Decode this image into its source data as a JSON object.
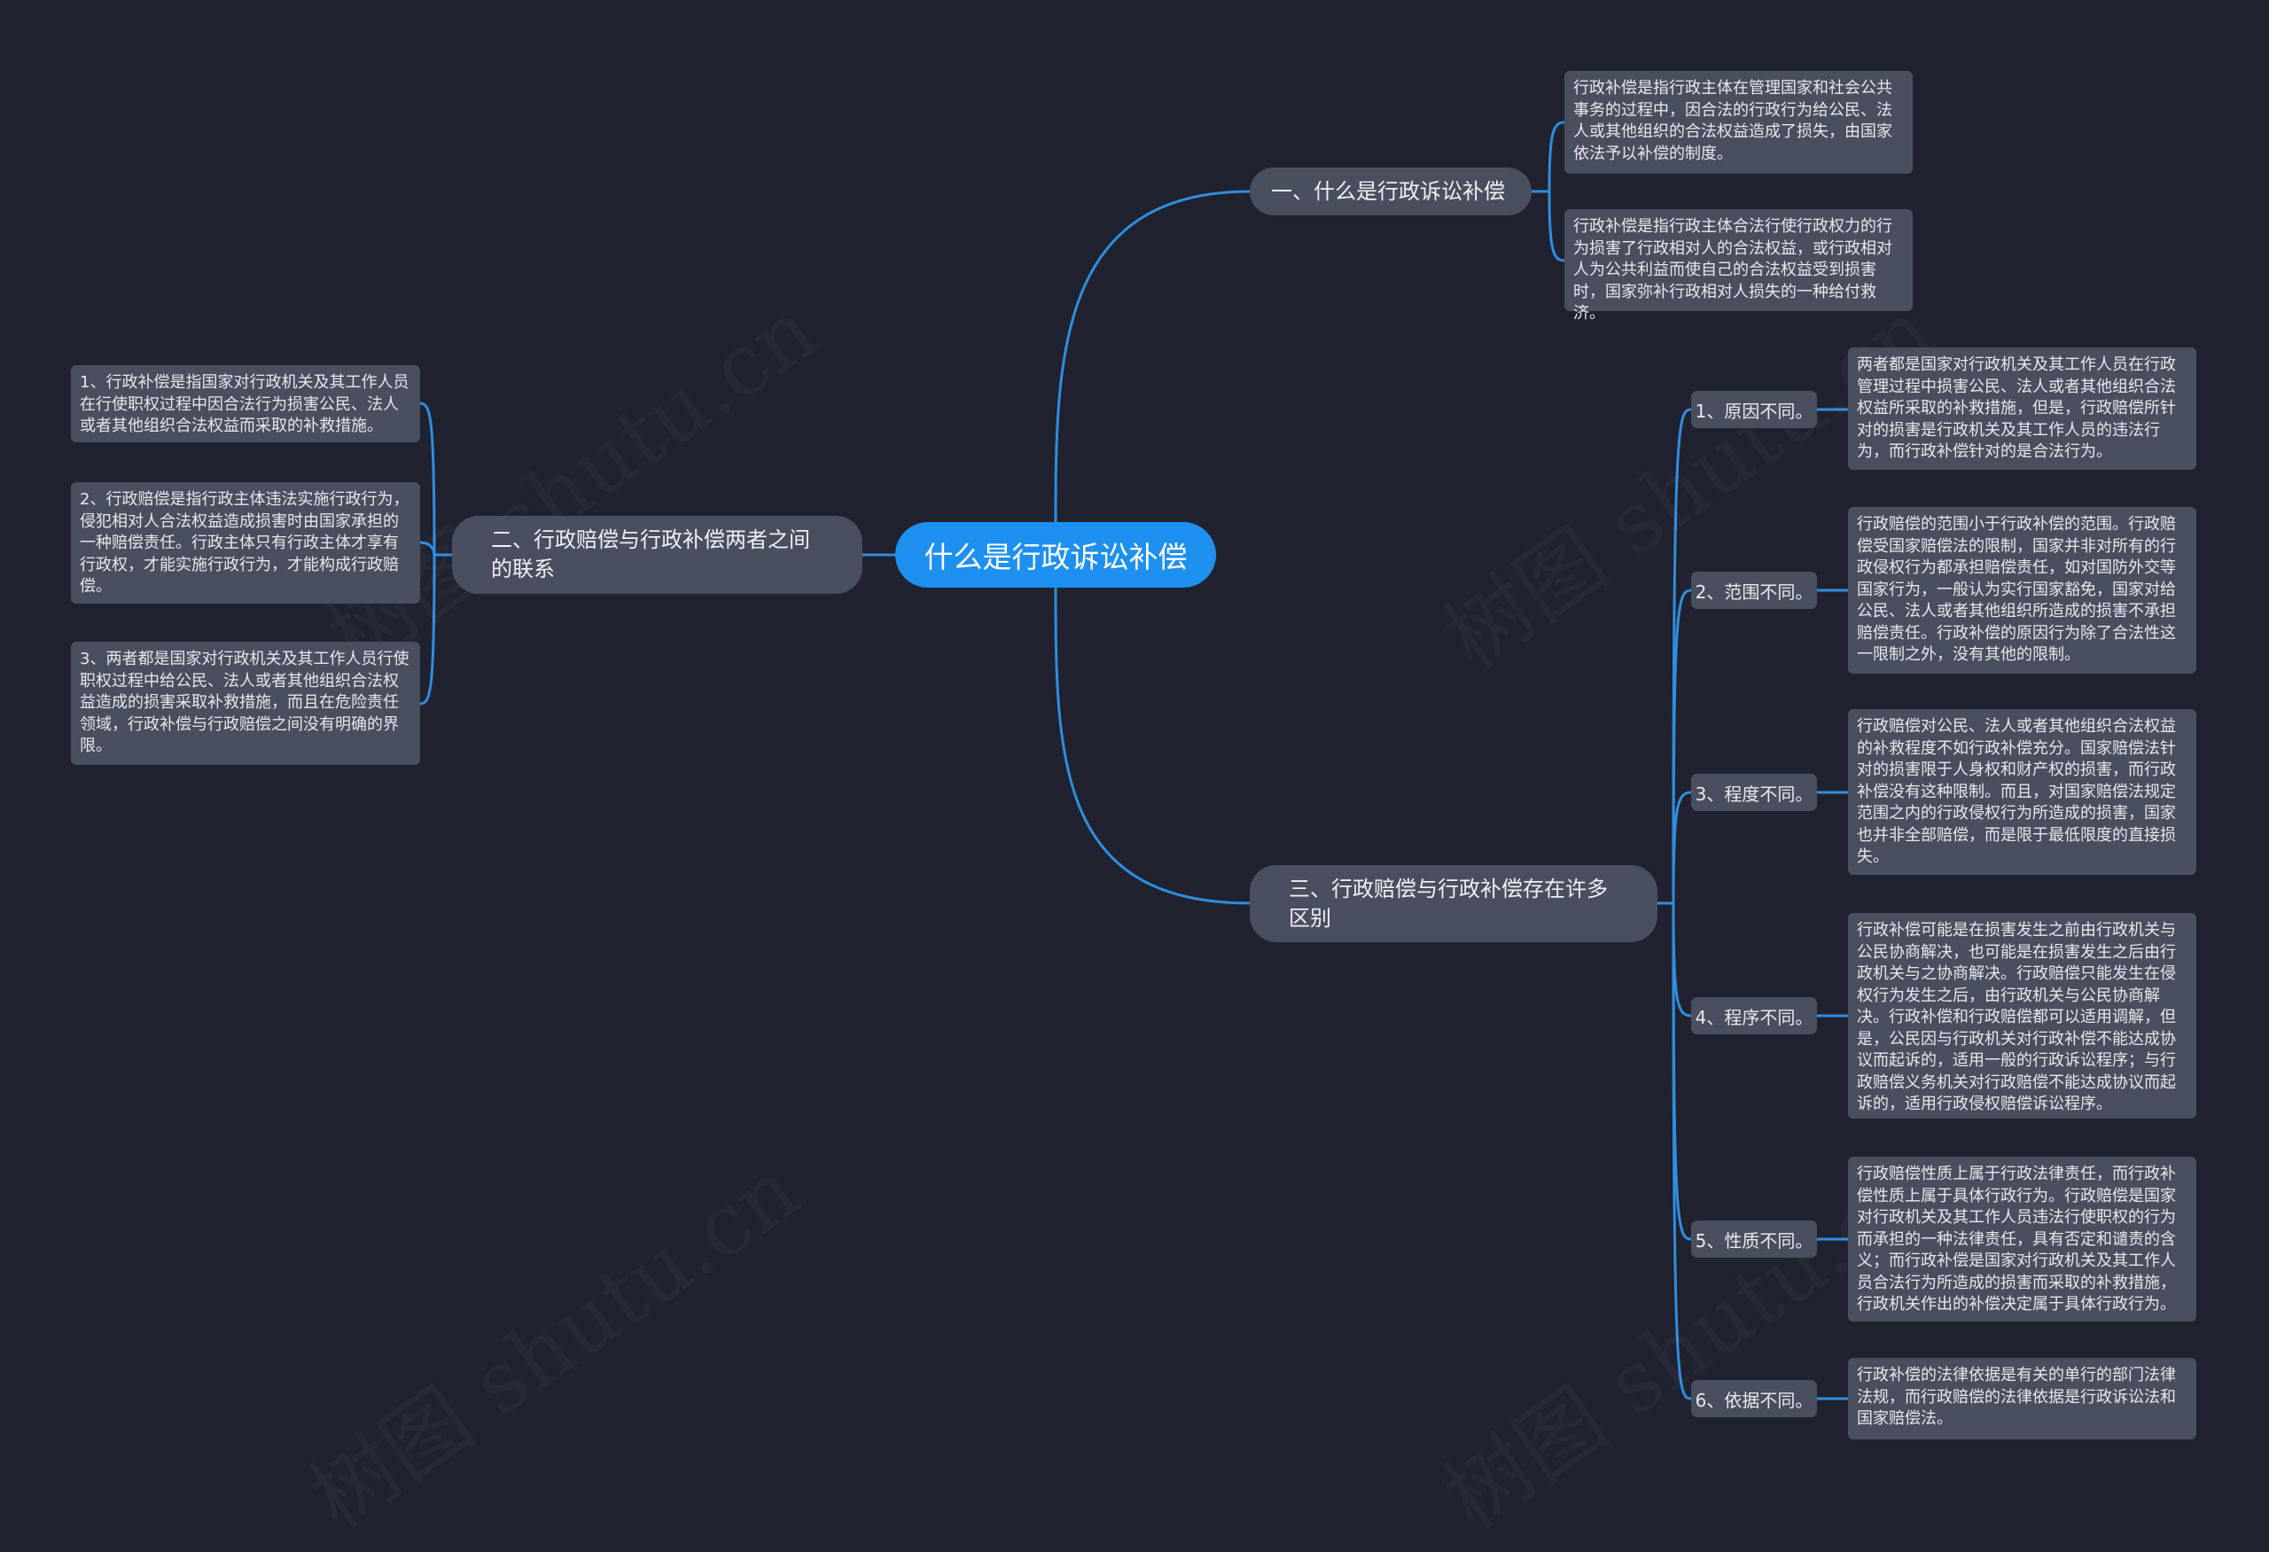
{
  "mindmap": {
    "root": "什么是行政诉讼补偿",
    "branch1": {
      "title": "一、什么是行政诉讼补偿",
      "leaves": [
        "行政补偿是指行政主体在管理国家和社会公共事务的过程中，因合法的行政行为给公民、法人或其他组织的合法权益造成了损失，由国家依法予以补偿的制度。",
        "行政补偿是指行政主体合法行使行政权力的行为损害了行政相对人的合法权益，或行政相对人为公共利益而使自己的合法权益受到损害时，国家弥补行政相对人损失的一种给付救济。"
      ]
    },
    "branch2": {
      "title": "二、行政赔偿与行政补偿两者之间的联系",
      "leaves": [
        "1、行政补偿是指国家对行政机关及其工作人员在行使职权过程中因合法行为损害公民、法人或者其他组织合法权益而采取的补救措施。",
        "2、行政赔偿是指行政主体违法实施行政行为，侵犯相对人合法权益造成损害时由国家承担的一种赔偿责任。行政主体只有行政主体才享有行政权，才能实施行政行为，才能构成行政赔偿。",
        "3、两者都是国家对行政机关及其工作人员行使职权过程中给公民、法人或者其他组织合法权益造成的损害采取补救措施，而且在危险责任领域，行政补偿与行政赔偿之间没有明确的界限。"
      ]
    },
    "branch3": {
      "title": "三、行政赔偿与行政补偿存在许多区别",
      "subs": [
        {
          "label": "1、原因不同。",
          "text": "两者都是国家对行政机关及其工作人员在行政管理过程中损害公民、法人或者其他组织合法权益所采取的补救措施，但是，行政赔偿所针对的损害是行政机关及其工作人员的违法行为，而行政补偿针对的是合法行为。"
        },
        {
          "label": "2、范围不同。",
          "text": "行政赔偿的范围小于行政补偿的范围。行政赔偿受国家赔偿法的限制，国家并非对所有的行政侵权行为都承担赔偿责任，如对国防外交等国家行为，一般认为实行国家豁免，国家对给公民、法人或者其他组织所造成的损害不承担赔偿责任。行政补偿的原因行为除了合法性这一限制之外，没有其他的限制。"
        },
        {
          "label": "3、程度不同。",
          "text": "行政赔偿对公民、法人或者其他组织合法权益的补救程度不如行政补偿充分。国家赔偿法针对的损害限于人身权和财产权的损害，而行政补偿没有这种限制。而且，对国家赔偿法规定范围之内的行政侵权行为所造成的损害，国家也并非全部赔偿，而是限于最低限度的直接损失。"
        },
        {
          "label": "4、程序不同。",
          "text": "行政补偿可能是在损害发生之前由行政机关与公民协商解决，也可能是在损害发生之后由行政机关与之协商解决。行政赔偿只能发生在侵权行为发生之后，由行政机关与公民协商解决。行政补偿和行政赔偿都可以适用调解，但是，公民因与行政机关对行政补偿不能达成协议而起诉的，适用一般的行政诉讼程序；与行政赔偿义务机关对行政赔偿不能达成协议而起诉的，适用行政侵权赔偿诉讼程序。"
        },
        {
          "label": "5、性质不同。",
          "text": "行政赔偿性质上属于行政法律责任，而行政补偿性质上属于具体行政行为。行政赔偿是国家对行政机关及其工作人员违法行使职权的行为而承担的一种法律责任，具有否定和谴责的含义；而行政补偿是国家对行政机关及其工作人员合法行为所造成的损害而采取的补救措施，行政机关作出的补偿决定属于具体行政行为。"
        },
        {
          "label": "6、依据不同。",
          "text": "行政补偿的法律依据是有关的单行的部门法律法规，而行政赔偿的法律依据是行政诉讼法和国家赔偿法。"
        }
      ]
    }
  },
  "watermark": "树图 shutu.cn",
  "colors": {
    "background": "#20232f",
    "accent": "#1e90ef",
    "node": "#4a4f5f",
    "link": "#2f8ee0"
  }
}
